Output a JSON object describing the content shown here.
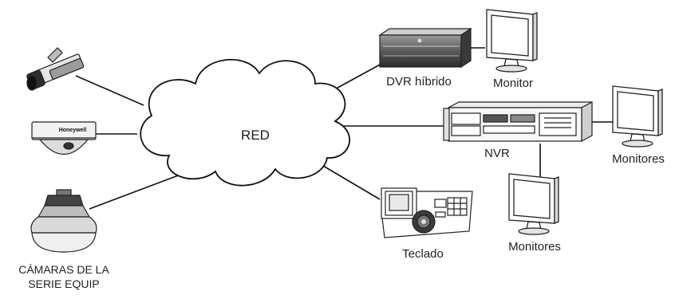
{
  "network": {
    "label": "RED"
  },
  "devices": {
    "dvr": {
      "label": "DVR híbrido"
    },
    "dvr_monitor": {
      "label": "Monitor"
    },
    "nvr": {
      "label": "NVR"
    },
    "nvr_monitors_right": {
      "label": "Monitores"
    },
    "nvr_monitors_bottom": {
      "label": "Monitores"
    },
    "keyboard": {
      "label": "Teclado"
    },
    "cameras": {
      "label_line1": "CÁMARAS DE LA",
      "label_line2": "SERIE EQUIP"
    },
    "dome_brand": {
      "label": "Honeywell"
    }
  }
}
